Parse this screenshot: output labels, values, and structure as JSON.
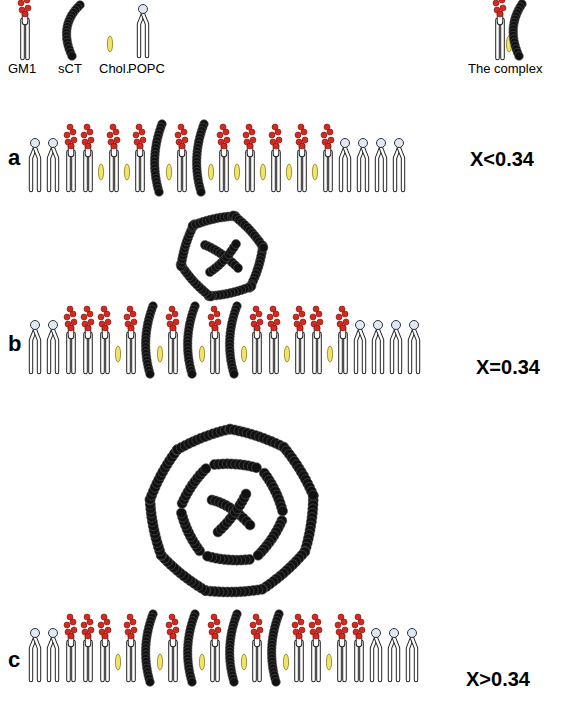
{
  "diagram": {
    "labels": [
      "GM1",
      "sCT",
      "Chol.",
      "POPC",
      "The complex",
      "a",
      "X<0.34",
      "b",
      "X=0.34",
      "c",
      "X>0.34"
    ]
  }
}
